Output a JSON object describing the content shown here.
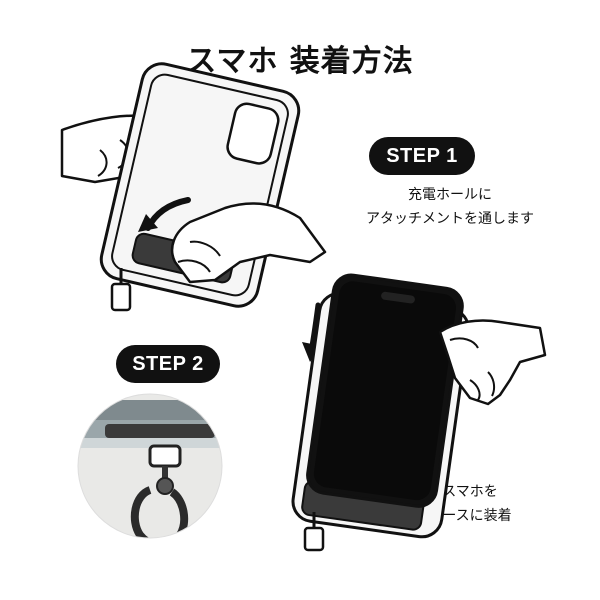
{
  "title": "スマホ 装着方法",
  "step1": {
    "label": "STEP 1",
    "caption_line1": "充電ホールに",
    "caption_line2": "アタッチメントを通します"
  },
  "step2": {
    "label": "STEP 2"
  },
  "step3_caption": {
    "line1": "スマホを",
    "line2": "ケースに装着"
  },
  "colors": {
    "ink": "#111111",
    "pill_background": "#111111",
    "pill_text": "#ffffff",
    "photo_background": "#e9e9e7",
    "case_edge": "#f6f6f6"
  }
}
